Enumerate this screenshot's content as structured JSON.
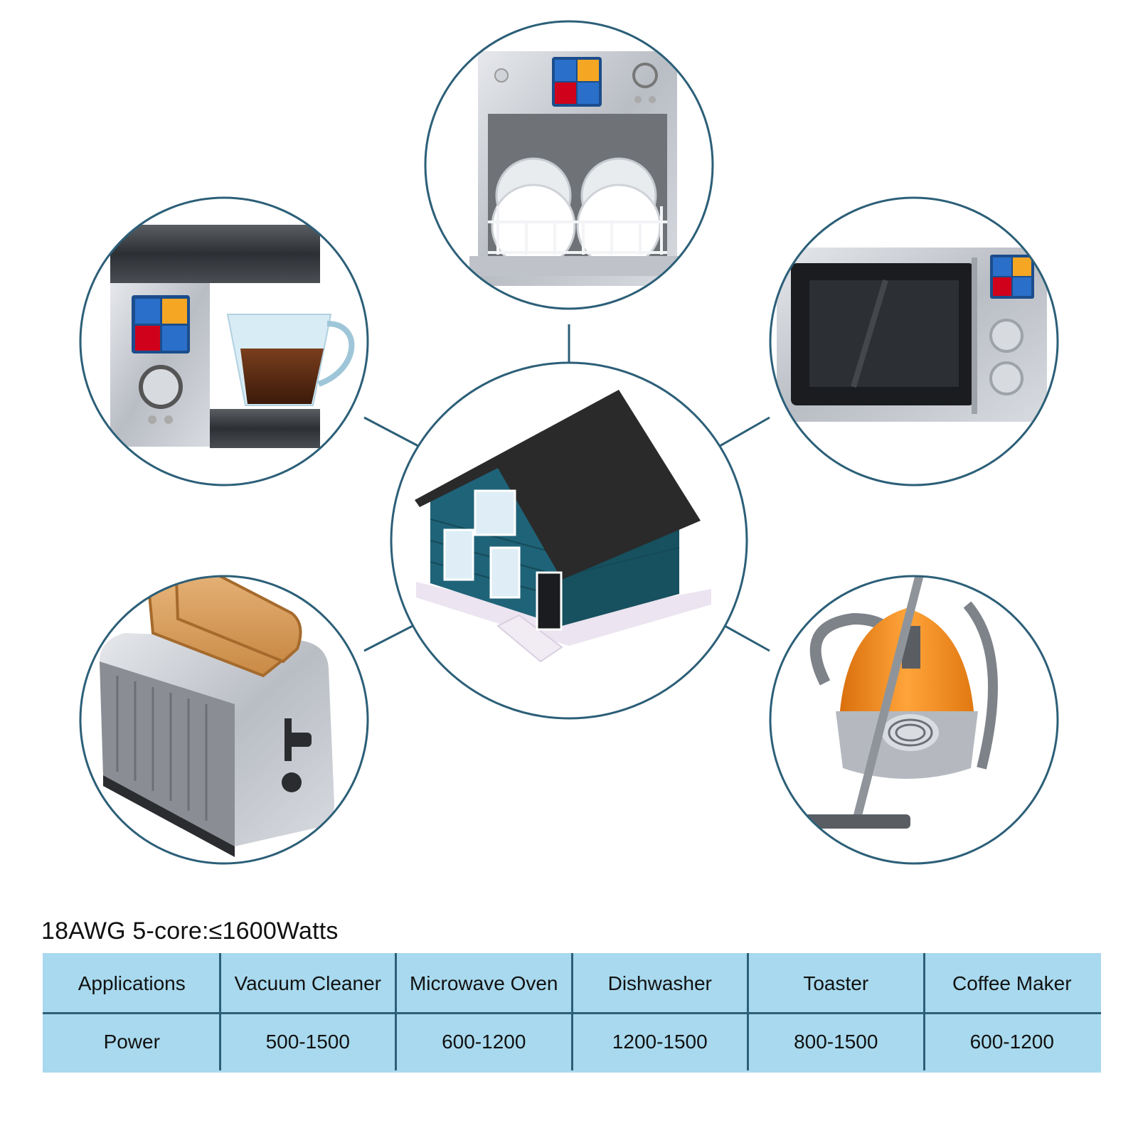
{
  "heading": "18AWG 5-core:≤1600Watts",
  "table": {
    "header": [
      "Applications",
      "Vacuum Cleaner",
      "Microwave Oven",
      "Dishwasher",
      "Toaster",
      "Coffee Maker"
    ],
    "row": [
      "Power",
      "500-1500",
      "600-1200",
      "1200-1500",
      "800-1500",
      "600-1200"
    ]
  },
  "colors": {
    "ring": "#2c5f78",
    "table_fill": "#a8d9ee",
    "house_wall": "#1f6378",
    "roof": "#2a2a2a",
    "vacuum_body": "#f28c1a",
    "steel": "#c9ccd1"
  }
}
